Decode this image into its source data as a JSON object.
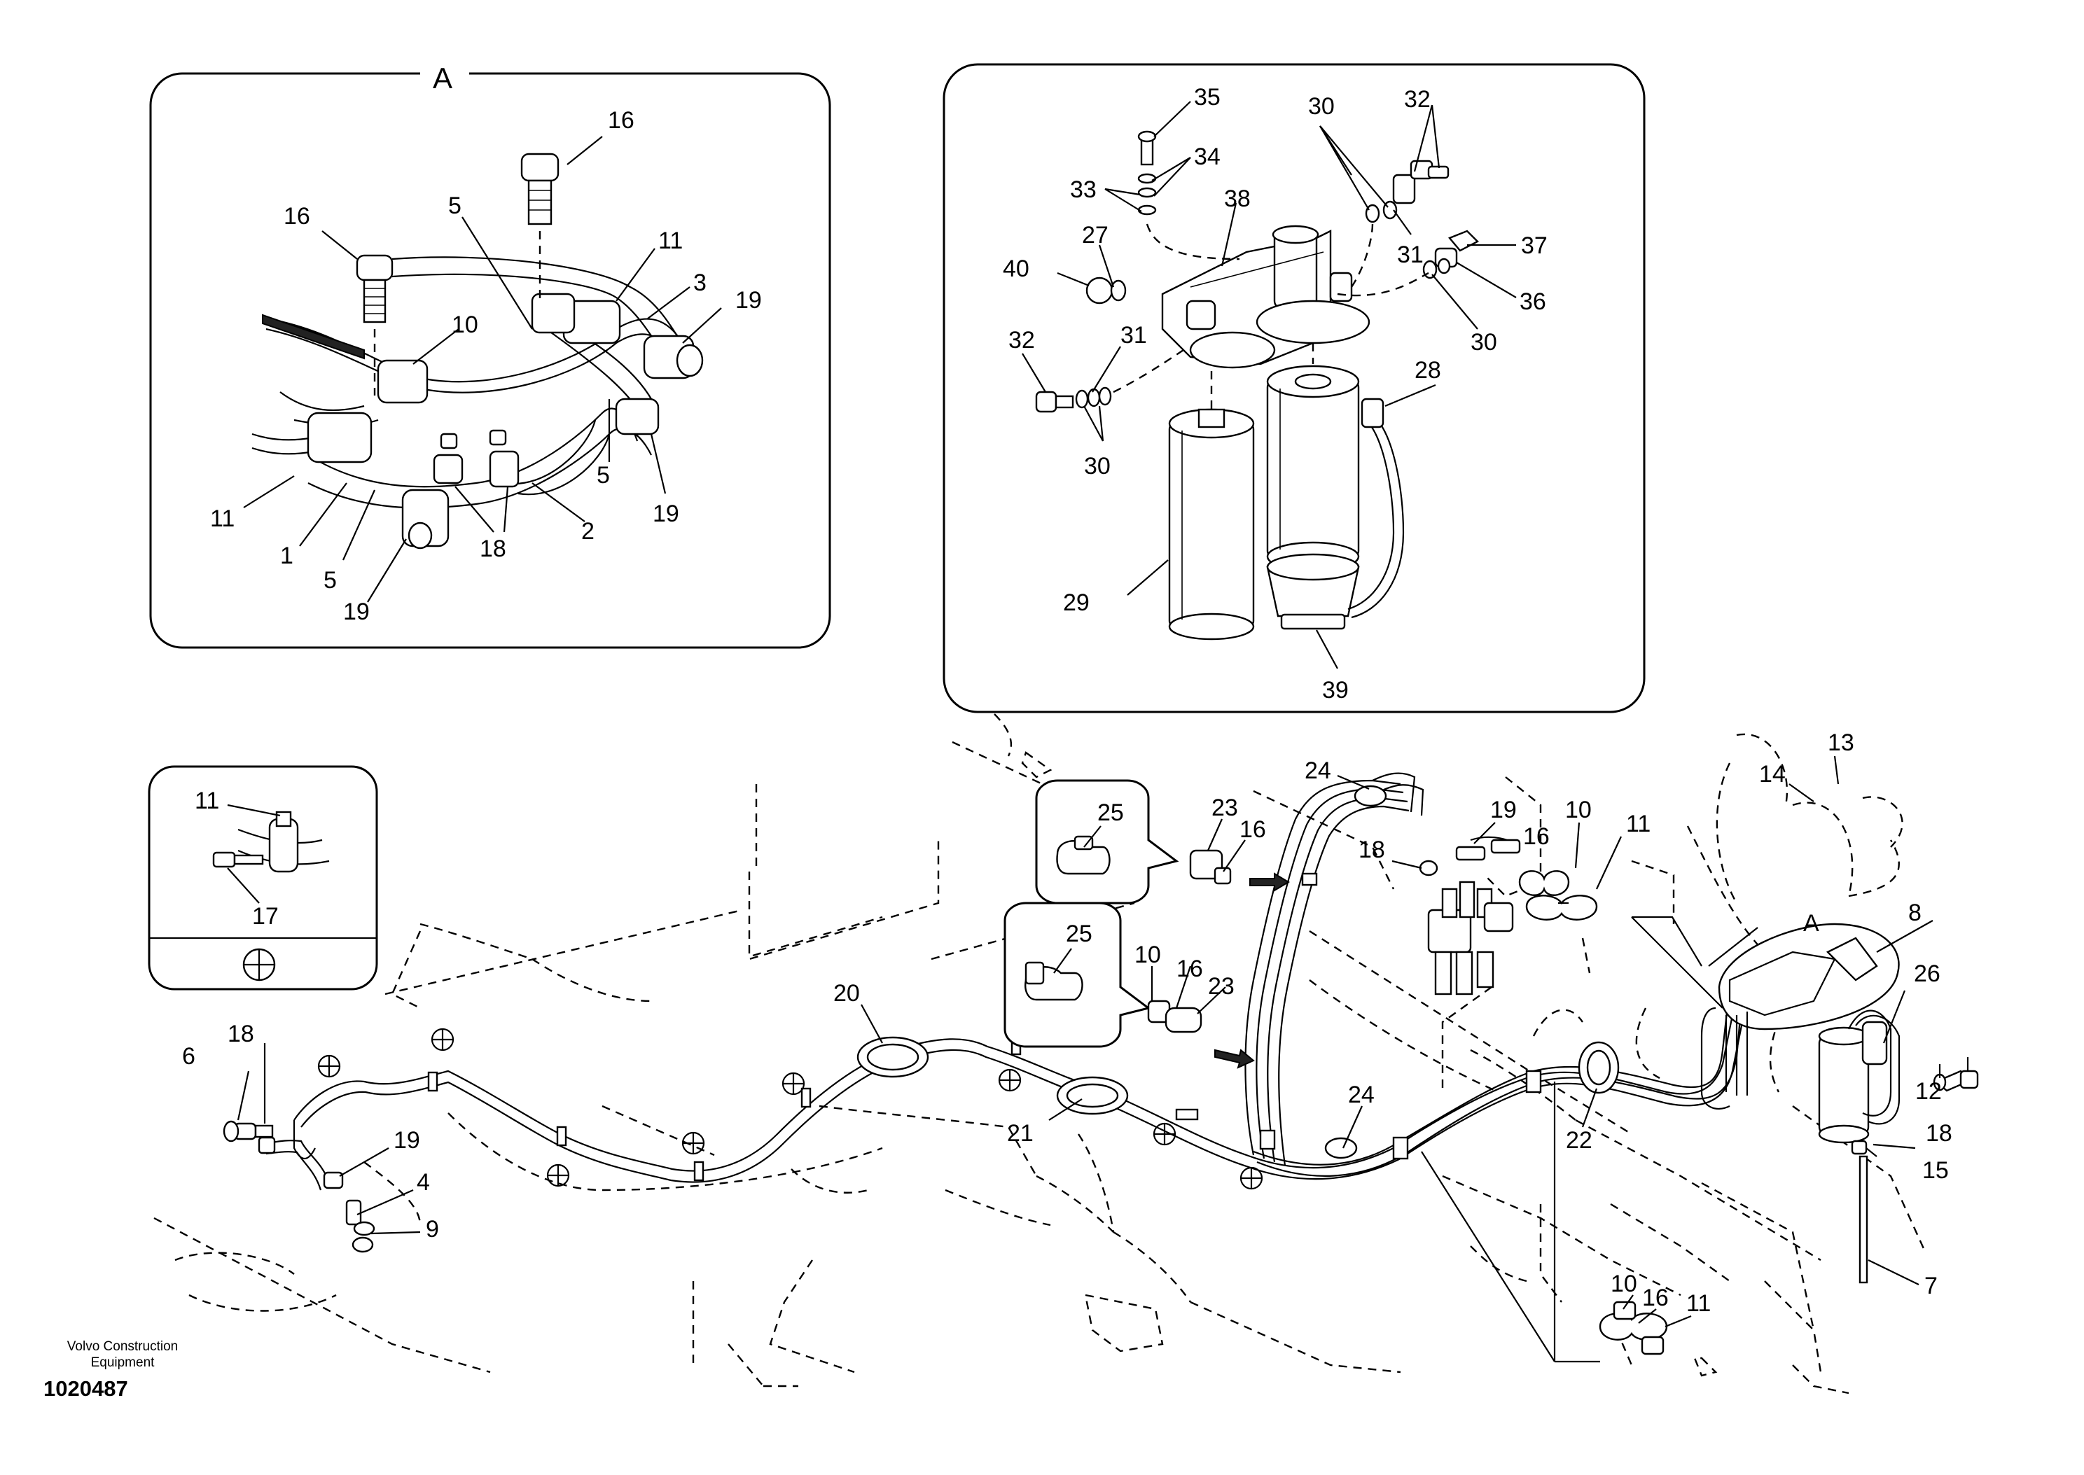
{
  "title": "",
  "views": {
    "detail_a_label": "A",
    "main_a_label": "A"
  },
  "credit": {
    "company": "Volvo Construction Equipment",
    "drawing_number": "1020487"
  },
  "part_labels": {
    "a_16_top": "16",
    "a_16_left": "16",
    "a_5_top": "5",
    "a_11_right": "11",
    "a_3": "3",
    "a_19_right": "19",
    "a_10": "10",
    "a_11_left": "11",
    "a_1": "1",
    "a_5_bottom": "5",
    "a_19_bottom": "19",
    "a_18": "18",
    "a_2": "2",
    "a_5_mid": "5",
    "a_19_mid": "19",
    "f_35": "35",
    "f_34": "34",
    "f_33": "33",
    "f_30_top": "30",
    "f_32_top": "32",
    "f_38": "38",
    "f_27": "27",
    "f_40": "40",
    "f_31_right": "31",
    "f_37": "37",
    "f_36": "36",
    "f_30_right": "30",
    "f_32_left": "32",
    "f_31_left": "31",
    "f_28": "28",
    "f_30_left": "30",
    "f_29": "29",
    "f_39": "39",
    "c_11": "11",
    "c_17": "17",
    "m_13": "13",
    "m_14": "14",
    "m_24_top": "24",
    "m_19_top": "19",
    "m_10_top": "10",
    "m_11_top": "11",
    "m_18_top": "18",
    "m_16_top": "16",
    "m_25_top": "25",
    "m_23_top": "23",
    "m_16_clip": "16",
    "m_8": "8",
    "m_25_bot": "25",
    "m_10_mid": "10",
    "m_16_mid": "16",
    "m_23_mid": "23",
    "m_26": "26",
    "m_20": "20",
    "m_18_left": "18",
    "m_6": "6",
    "m_19_left": "19",
    "m_4": "4",
    "m_9": "9",
    "m_21": "21",
    "m_24_bot": "24",
    "m_22": "22",
    "m_12": "12",
    "m_18_right": "18",
    "m_15": "15",
    "m_7": "7",
    "m_10_bot": "10",
    "m_16_bot": "16",
    "m_11_bot": "11"
  }
}
